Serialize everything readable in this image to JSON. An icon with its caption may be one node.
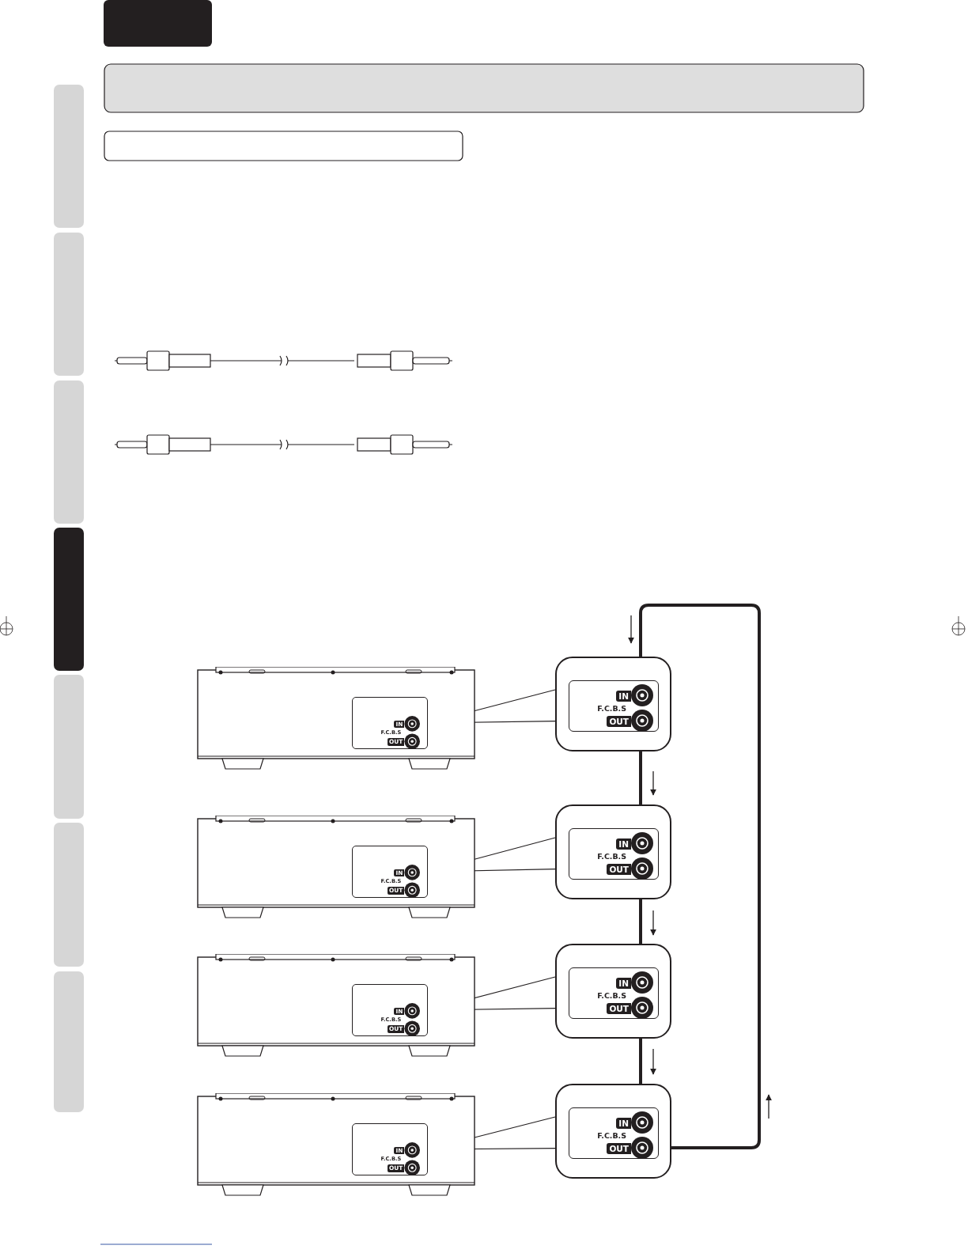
{
  "diagram": {
    "nodes": [
      {
        "text": [],
        "shape": "box"
      },
      {
        "text": [
          "IN",
          "F.C.B.S",
          "OUT"
        ],
        "in": 0
      },
      {
        "text": [
          "IN",
          "F.C.B.S",
          "OUT"
        ]
      },
      {
        "text": [],
        "shape": "box"
      },
      {
        "text": [
          "IN",
          "F.C.B.S",
          "OUT"
        ],
        "in": 3
      },
      {
        "text": [
          "IN",
          "F.C.B.S",
          "OUT"
        ]
      },
      {
        "text": [],
        "shape": "box"
      },
      {
        "text": [
          "IN",
          "F.C.B.S",
          "OUT"
        ],
        "in": 6
      },
      {
        "text": [
          "IN",
          "F.C.B.S",
          "OUT"
        ]
      },
      {
        "text": [],
        "shape": "box"
      },
      {
        "text": [
          "IN",
          "F.C.B.S",
          "OUT"
        ],
        "in": 9
      },
      {
        "text": [
          "IN",
          "F.C.B.S",
          "OUT"
        ]
      }
    ],
    "edges": [
      {
        "from": 1,
        "to": 2,
        "arrow": "none"
      },
      {
        "from": 4,
        "to": 5,
        "arrow": "none"
      },
      {
        "from": 7,
        "to": 8,
        "arrow": "none"
      },
      {
        "from": 10,
        "to": 11,
        "arrow": "none"
      },
      {
        "from": 2,
        "to": 5,
        "arrow": "none",
        "style": "thick"
      },
      {
        "from": 5,
        "to": 8,
        "arrow": "none",
        "style": "thick"
      },
      {
        "from": 8,
        "to": 11,
        "arrow": "none",
        "style": "thick"
      },
      {
        "from": 11,
        "to": 2,
        "arrow": "none",
        "style": "thick"
      }
    ]
  }
}
